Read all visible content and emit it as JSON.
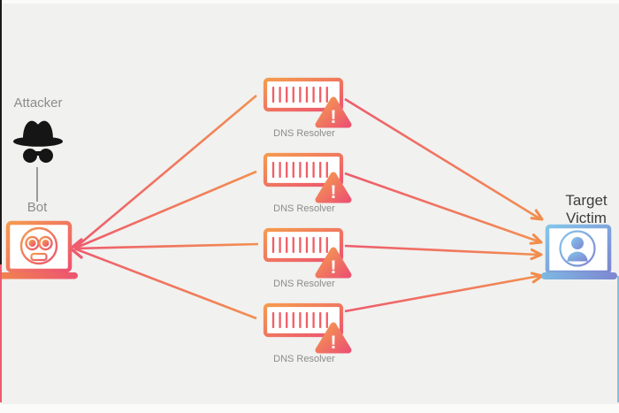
{
  "attacker": {
    "label": "Attacker",
    "icon": "incognito-spy-icon"
  },
  "bot": {
    "label": "Bot",
    "icon": "robot-laptop-icon"
  },
  "resolvers": [
    {
      "label": "DNS Resolver",
      "icon": "server-icon",
      "warning_icon": "warning-triangle-icon",
      "warning_mark": "!"
    },
    {
      "label": "DNS Resolver",
      "icon": "server-icon",
      "warning_icon": "warning-triangle-icon",
      "warning_mark": "!"
    },
    {
      "label": "DNS Resolver",
      "icon": "server-icon",
      "warning_icon": "warning-triangle-icon",
      "warning_mark": "!"
    },
    {
      "label": "DNS Resolver",
      "icon": "server-icon",
      "warning_icon": "warning-triangle-icon",
      "warning_mark": "!"
    }
  ],
  "victim": {
    "label_line1": "Target",
    "label_line2": "Victim",
    "icon": "user-laptop-icon"
  },
  "colors": {
    "background": "#f1f1ef",
    "warm_gradient_start": "#f59b4f",
    "warm_gradient_end": "#ec5470",
    "cool_gradient_start": "#83c6ea",
    "cool_gradient_end": "#7d86d1",
    "line_pink": "#ee5b6e",
    "line_orange": "#f29050",
    "label_gray": "#8c8c8c",
    "victim_label_dark": "#3d3d3d",
    "attacker_icon_black": "#151515",
    "edge_line_black": "#1b1b1b",
    "edge_line_red": "#ee5b6e",
    "edge_line_blue": "#85bfe3"
  }
}
